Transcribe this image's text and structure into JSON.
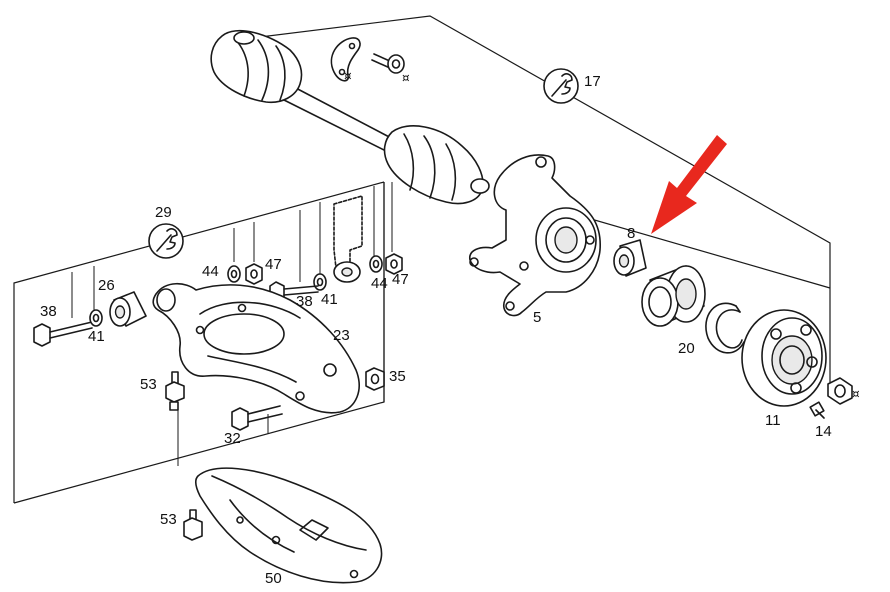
{
  "colors": {
    "line": "#1a1a1a",
    "arrow": "#e8281e",
    "background": "#ffffff"
  },
  "labels": {
    "p5": "5",
    "p8": "8",
    "p11": "11",
    "p14": "14",
    "p17": "17",
    "p20": "20",
    "p23": "23",
    "p26": "26",
    "p29": "29",
    "p32": "32",
    "p35": "35",
    "p38a": "38",
    "p38b": "38",
    "p41a": "41",
    "p41b": "41",
    "p44a": "44",
    "p44b": "44",
    "p47a": "47",
    "p47b": "47",
    "p50": "50",
    "p53a": "53",
    "p53b": "53"
  },
  "marks": {
    "m1": "¤",
    "m2": "¤",
    "m3": "¤"
  },
  "icons": {
    "torque_17": "wrench-icon",
    "torque_29": "wrench-icon",
    "pointer": "red-arrow-icon"
  }
}
